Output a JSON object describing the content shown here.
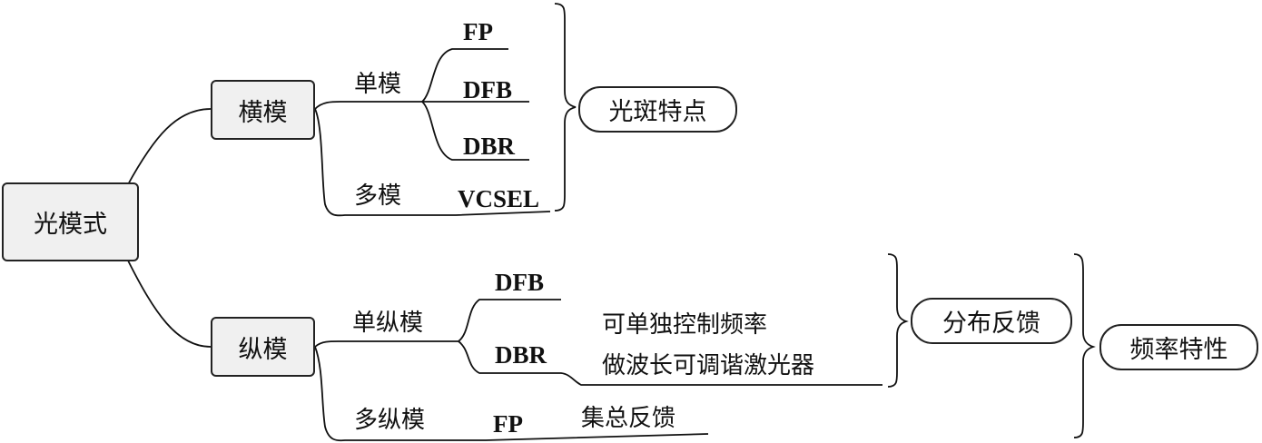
{
  "root": {
    "label": "光模式"
  },
  "transverse": {
    "label": "横模",
    "single_mode": {
      "label": "单模",
      "types": [
        "FP",
        "DFB",
        "DBR"
      ]
    },
    "multi_mode": {
      "label": "多模",
      "types": [
        "VCSEL"
      ]
    },
    "characteristic": "光斑特点"
  },
  "longitudinal": {
    "label": "纵模",
    "single_mode": {
      "label": "单纵模",
      "types": [
        "DFB",
        "DBR"
      ],
      "note_lines": [
        "可单独控制频率",
        "做波长可调谐激光器"
      ],
      "feedback": "分布反馈"
    },
    "multi_mode": {
      "label": "多纵模",
      "types": [
        "FP"
      ],
      "feedback": "集总反馈"
    },
    "characteristic": "频率特性"
  }
}
